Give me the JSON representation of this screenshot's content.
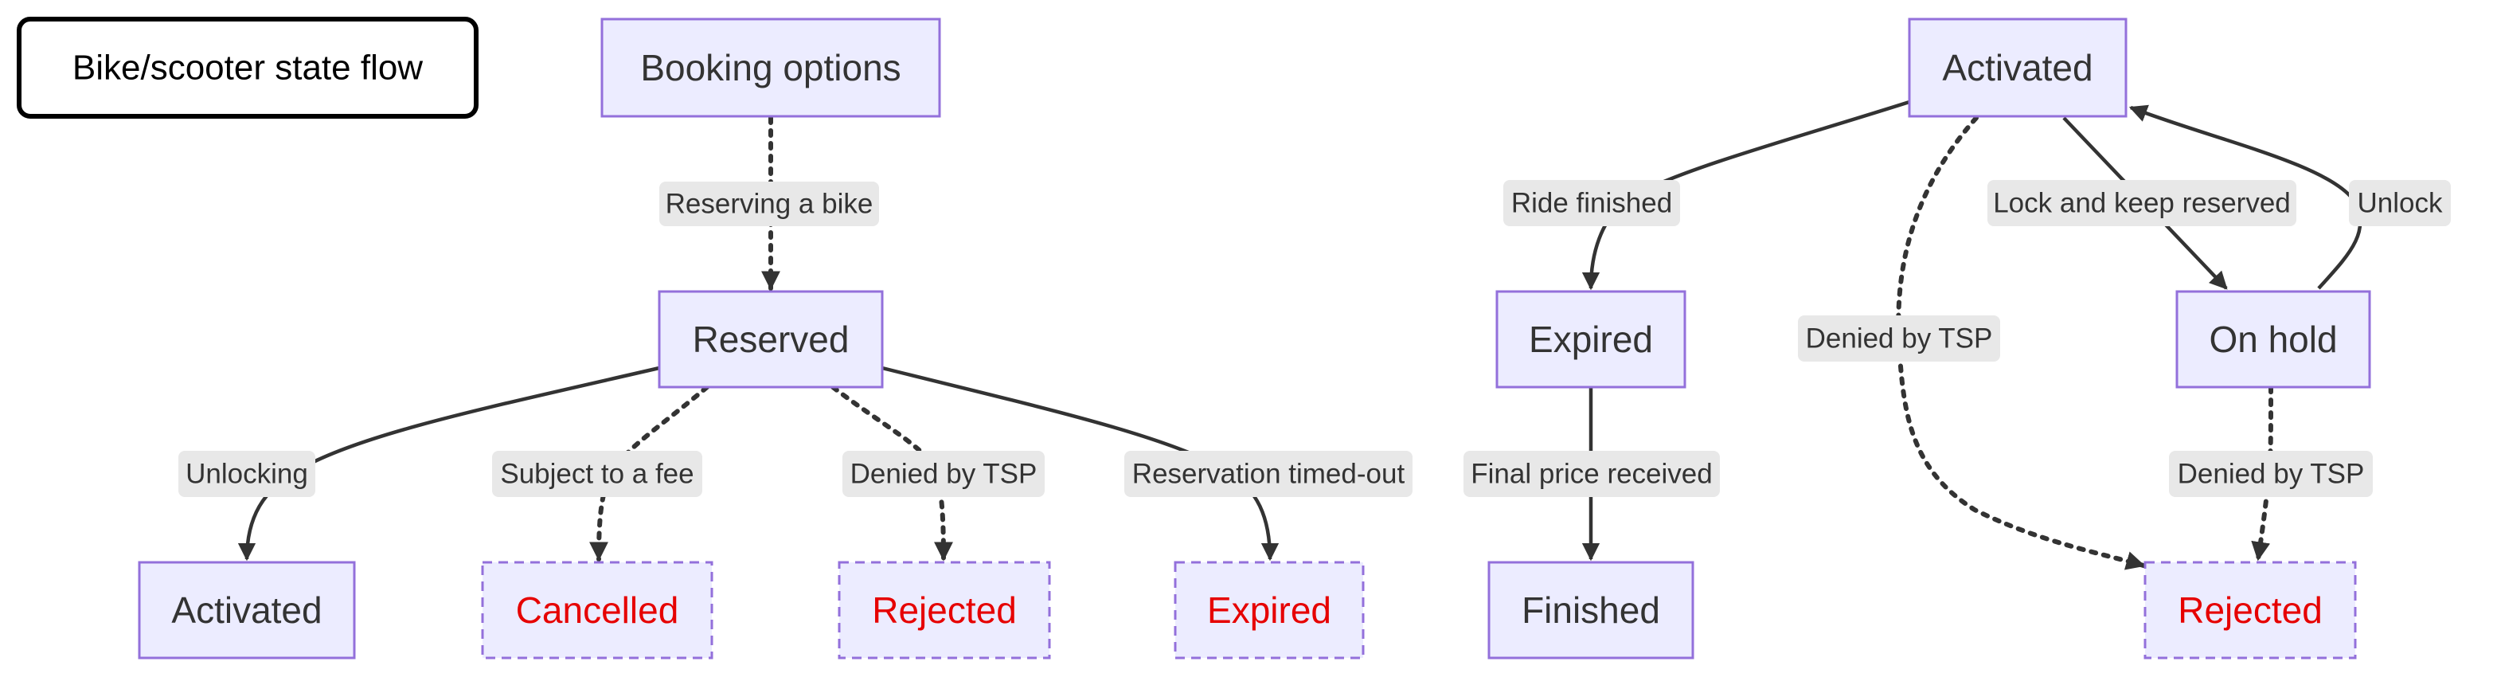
{
  "title": "Bike/scooter state flow",
  "nodes": {
    "booking_options": "Booking options",
    "reserved": "Reserved",
    "activated_left": "Activated",
    "cancelled": "Cancelled",
    "rejected_left": "Rejected",
    "expired_left": "Expired",
    "activated_top": "Activated",
    "expired_mid": "Expired",
    "finished": "Finished",
    "on_hold": "On hold",
    "rejected_right": "Rejected"
  },
  "edges": {
    "reserving_a_bike": "Reserving a bike",
    "unlocking": "Unlocking",
    "subject_to_a_fee": "Subject to a fee",
    "denied_by_tsp_1": "Denied by TSP",
    "reservation_timed_out": "Reservation timed-out",
    "ride_finished": "Ride finished",
    "final_price_received": "Final price received",
    "denied_by_tsp_2": "Denied by TSP",
    "lock_and_keep_reserved": "Lock and keep reserved",
    "unlock": "Unlock",
    "denied_by_tsp_3": "Denied by TSP"
  },
  "colors": {
    "node_fill": "#ececff",
    "node_border": "#9370db",
    "terminal_text": "#e60000",
    "edge": "#333333",
    "edge_label_bg": "#e8e8e8"
  }
}
